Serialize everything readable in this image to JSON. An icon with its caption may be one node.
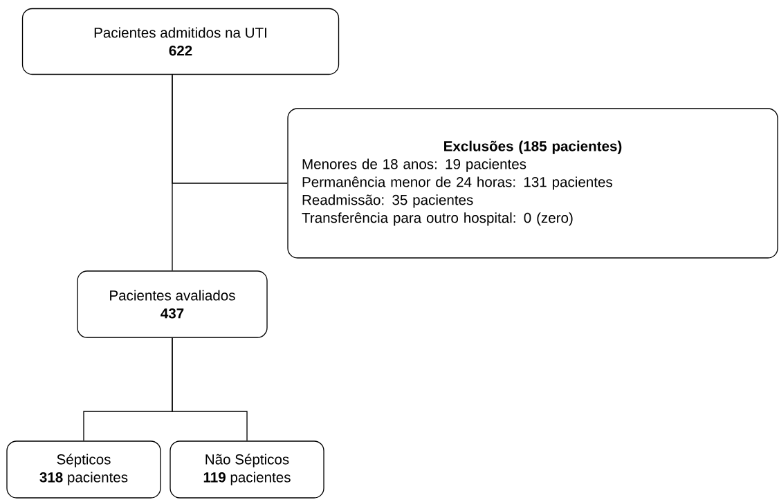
{
  "diagram": {
    "nodes": [
      {
        "text": [
          "Pacientes admitidos na UTI",
          "622"
        ]
      },
      {
        "text": [
          "Exclusões (185 pacientes)",
          "Menores de 18 anos: 19 pacientes",
          "Permanência menor de 24 horas: 131 pacientes",
          "Readmissão: 35 pacientes",
          "Transferência para outro hospital: 0 (zero)"
        ]
      },
      {
        "text": [
          "Pacientes avaliados",
          "437"
        ]
      },
      {
        "text": [
          "Sépticos",
          "**318** pacientes"
        ]
      },
      {
        "text": [
          "Não Sépticos",
          "**119** pacientes"
        ]
      }
    ],
    "edges": [
      {
        "from": 0,
        "to": 2,
        "arrow": "none"
      },
      {
        "from": 0,
        "to": 1,
        "arrow": "none"
      },
      {
        "from": 2,
        "to": 3,
        "arrow": "none"
      },
      {
        "from": 2,
        "to": 4,
        "arrow": "none"
      }
    ]
  }
}
